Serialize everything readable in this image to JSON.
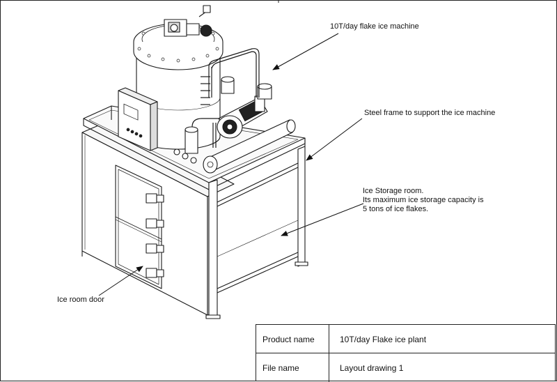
{
  "callouts": {
    "machine": "10T/day flake ice machine",
    "frame": "Steel frame to support the ice machine",
    "storage_line1": "Ice Storage room.",
    "storage_line2": "Its maximum ice storage capacity is",
    "storage_line3": "5 tons of ice flakes.",
    "door": "Ice room door"
  },
  "title_block": {
    "product_label": "Product name",
    "product_value": "10T/day Flake ice plant",
    "file_label": "File name",
    "file_value": "Layout drawing 1"
  }
}
